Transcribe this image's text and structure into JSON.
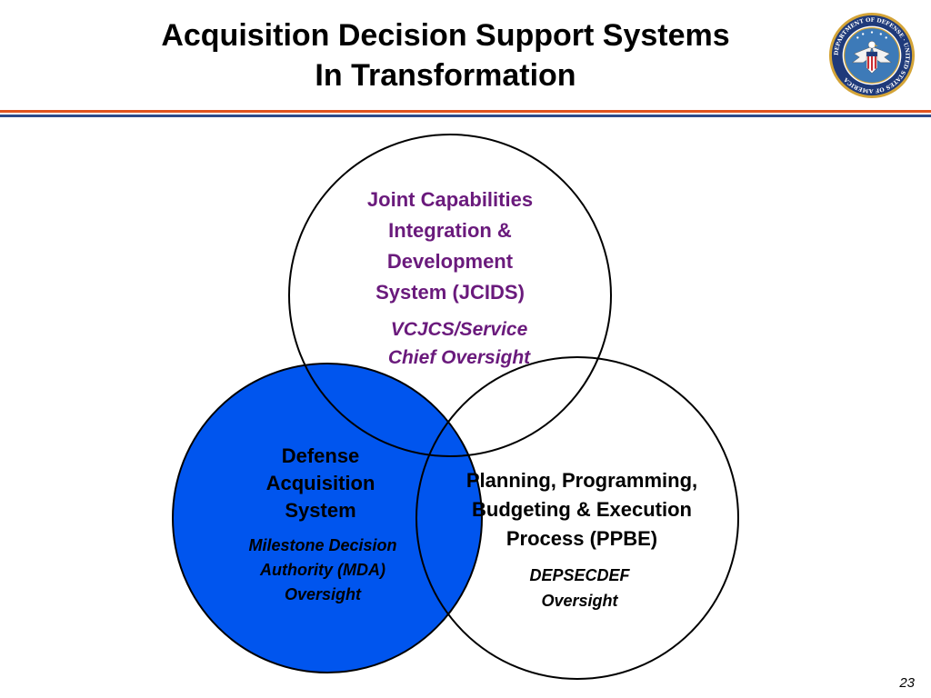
{
  "slide": {
    "title_line_1": "Acquisition Decision Support Systems",
    "title_line_2": "In Transformation",
    "page_number": "23"
  },
  "seal": {
    "icon": "department-of-defense-seal-icon",
    "ring_text": "DEPARTMENT OF DEFENSE · UNITED STATES OF AMERICA",
    "colors": {
      "ring": "#1f3a7a",
      "field": "#3d7ab8",
      "gold": "#d4a437"
    }
  },
  "diagram": {
    "circles": [
      {
        "id": "jcids",
        "name_lines": [
          "Joint Capabilities",
          "Integration &",
          "Development",
          "System (JCIDS)"
        ],
        "oversight_lines": [
          "VCJCS/Service",
          "Chief Oversight"
        ],
        "fill": "#ffffff",
        "text_color": "#6a1a7c"
      },
      {
        "id": "das",
        "name_lines": [
          "Defense",
          "Acquisition",
          "System"
        ],
        "oversight_lines": [
          "Milestone Decision",
          "Authority (MDA)",
          "Oversight"
        ],
        "fill": "#0055ee",
        "text_color": "#000000"
      },
      {
        "id": "ppbe",
        "name_lines": [
          "Planning, Programming,",
          "Budgeting & Execution",
          "Process (PPBE)"
        ],
        "oversight_lines": [
          "DEPSECDEF",
          "Oversight"
        ],
        "fill": "#ffffff",
        "text_color": "#000000"
      }
    ],
    "outline_color": "#000000"
  },
  "rules": {
    "top_color": "#e0531e",
    "bottom_color": "#2b4a8a"
  }
}
